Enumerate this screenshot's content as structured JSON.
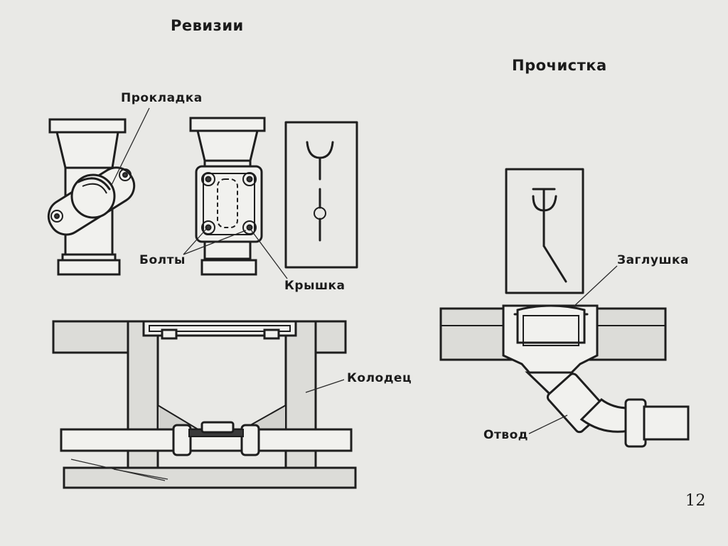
{
  "titles": {
    "revisions": "Ревизии",
    "cleanout": "Прочистка"
  },
  "labels": {
    "gasket": "Прокладка",
    "bolts": "Болты",
    "cover": "Крышка",
    "well": "Колодец",
    "plug": "Заглушка",
    "bend": "Отвод"
  },
  "page_number": "12",
  "colors": {
    "paper": "#e9e9e6",
    "ink": "#1e1e1e"
  }
}
